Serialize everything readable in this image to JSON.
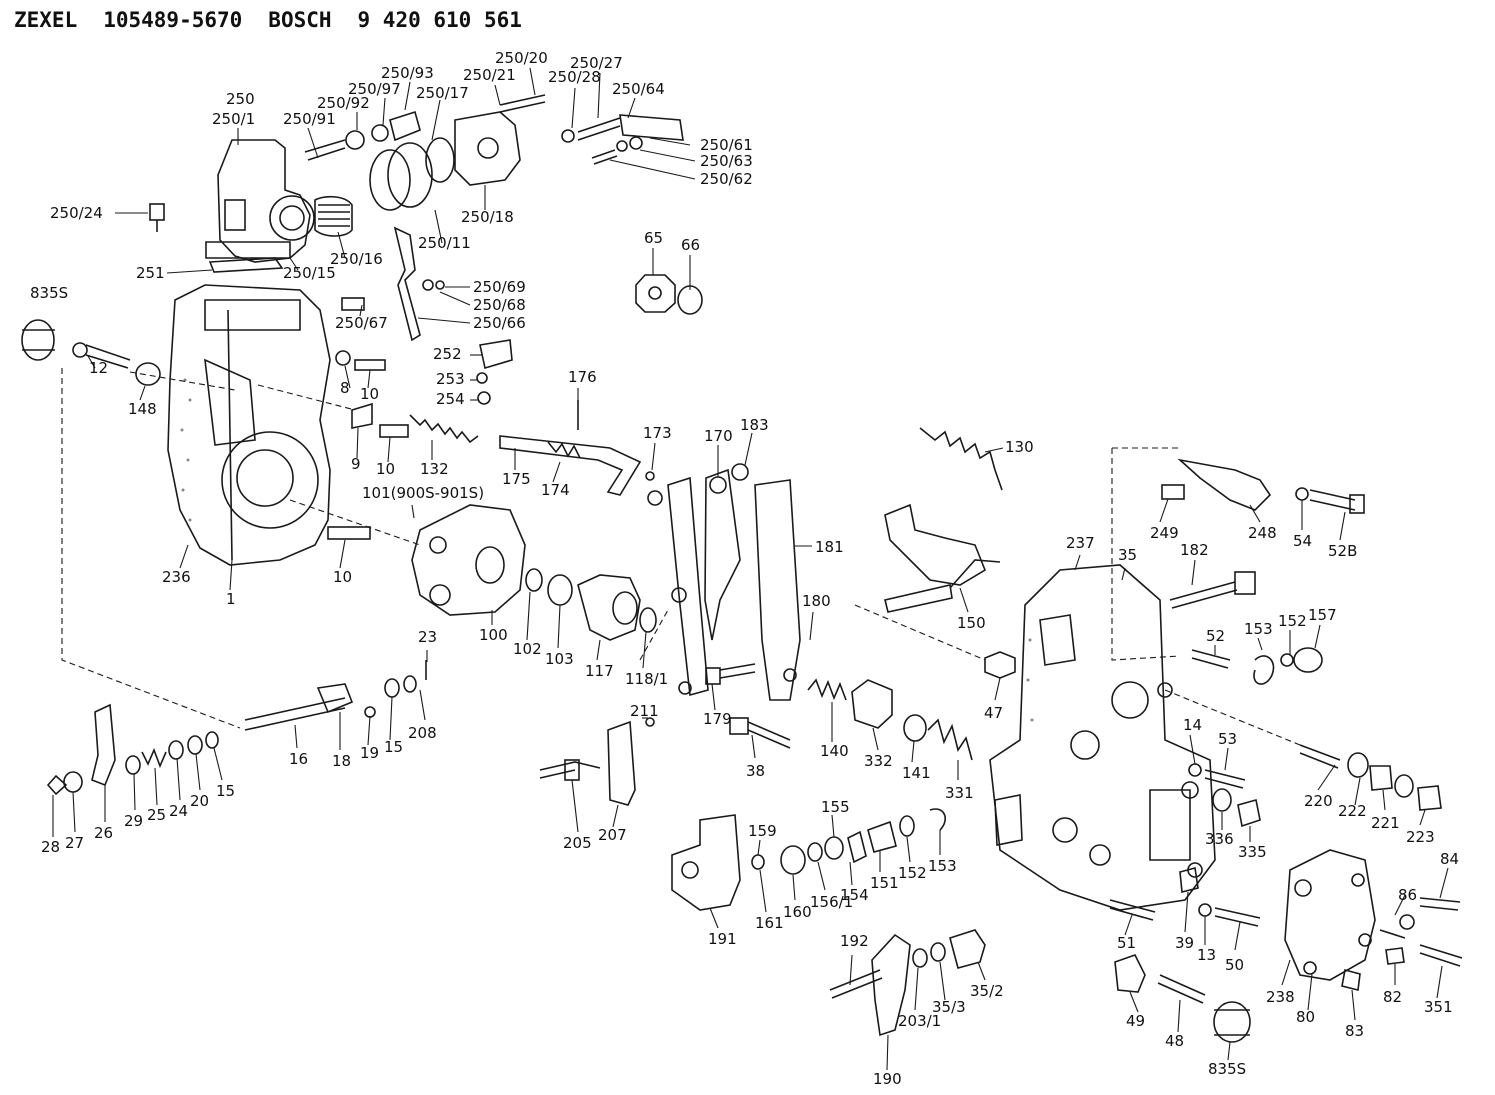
{
  "header": {
    "brand1": "ZEXEL",
    "pn1": "105489-5670",
    "brand2": "BOSCH",
    "pn2": "9 420 610 561"
  },
  "callouts": {
    "c250": "250",
    "c250_1": "250/1",
    "c250_91": "250/91",
    "c250_92": "250/92",
    "c250_97": "250/97",
    "c250_93": "250/93",
    "c250_17": "250/17",
    "c250_21": "250/21",
    "c250_20": "250/20",
    "c250_28": "250/28",
    "c250_27": "250/27",
    "c250_64": "250/64",
    "c250_61": "250/61",
    "c250_63": "250/63",
    "c250_62": "250/62",
    "c250_24": "250/24",
    "c251": "251",
    "c250_15": "250/15",
    "c250_16": "250/16",
    "c250_11": "250/11",
    "c250_18": "250/18",
    "c65": "65",
    "c66": "66",
    "c250_69": "250/69",
    "c250_68": "250/68",
    "c250_67": "250/67",
    "c250_66": "250/66",
    "c252": "252",
    "c253": "253",
    "c254": "254",
    "c835s_a": "835S",
    "c12": "12",
    "c148": "148",
    "c8": "8",
    "c10a": "10",
    "c9": "9",
    "c10b": "10",
    "c132": "132",
    "c176": "176",
    "c175": "175",
    "c174": "174",
    "c173": "173",
    "c170": "170",
    "c183": "183",
    "c130": "130",
    "c101": "101(900S-901S)",
    "c236": "236",
    "c1": "1",
    "c10c": "10",
    "c100": "100",
    "c102": "102",
    "c103": "103",
    "c117": "117",
    "c118_1": "118/1",
    "c181": "181",
    "c180": "180",
    "c150": "150",
    "c237": "237",
    "c35": "35",
    "c182": "182",
    "c249": "249",
    "c248": "248",
    "c54": "54",
    "c52b": "52B",
    "c52": "52",
    "c153a": "153",
    "c152a": "152",
    "c157": "157",
    "c47": "47",
    "c23": "23",
    "c208": "208",
    "c15a": "15",
    "c19": "19",
    "c18": "18",
    "c16": "16",
    "c15b": "15",
    "c20": "20",
    "c24": "24",
    "c25": "25",
    "c29": "29",
    "c26": "26",
    "c27": "27",
    "c28": "28",
    "c211": "211",
    "c179": "179",
    "c38": "38",
    "c140": "140",
    "c332": "332",
    "c141": "141",
    "c331": "331",
    "c14": "14",
    "c53": "53",
    "c220": "220",
    "c222": "222",
    "c221": "221",
    "c223": "223",
    "c205": "205",
    "c207": "207",
    "c155": "155",
    "c159": "159",
    "c161": "161",
    "c160": "160",
    "c156_1": "156/1",
    "c154": "154",
    "c151": "151",
    "c152b": "152",
    "c153b": "153",
    "c336": "336",
    "c335": "335",
    "c191": "191",
    "c84": "84",
    "c86": "86",
    "c39": "39",
    "c13": "13",
    "c50": "50",
    "c51": "51",
    "c192": "192",
    "c203_1": "203/1",
    "c35_3": "35/3",
    "c35_2": "35/2",
    "c238": "238",
    "c80": "80",
    "c82": "82",
    "c83": "83",
    "c351": "351",
    "c49": "49",
    "c48": "48",
    "c835s_b": "835S",
    "c190": "190"
  }
}
